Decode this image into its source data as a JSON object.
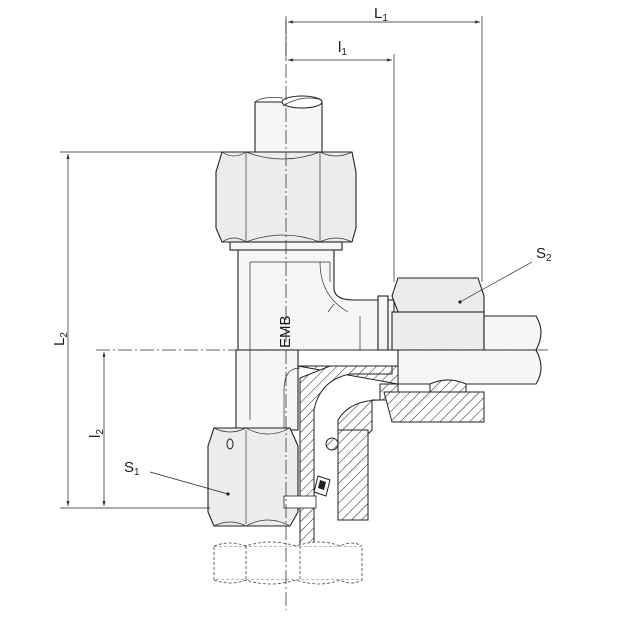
{
  "dimensions": {
    "L1": {
      "main": "L",
      "sub": "1"
    },
    "l1": {
      "main": "l",
      "sub": "1"
    },
    "L2": {
      "main": "L",
      "sub": "2"
    },
    "l2": {
      "main": "l",
      "sub": "2"
    },
    "S1": {
      "main": "S",
      "sub": "1"
    },
    "S2": {
      "main": "S",
      "sub": "2"
    }
  },
  "marking": "EMB",
  "colors": {
    "line": "#222222",
    "fill": "#ececec",
    "background": "#ffffff"
  }
}
